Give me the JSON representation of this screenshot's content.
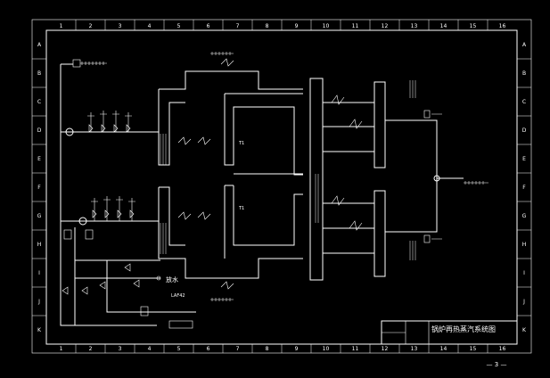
{
  "frame": {
    "columns": [
      "1",
      "2",
      "3",
      "4",
      "5",
      "6",
      "7",
      "8",
      "9",
      "10",
      "11",
      "12",
      "13",
      "14",
      "15",
      "16"
    ],
    "rows": [
      "A",
      "B",
      "C",
      "D",
      "E",
      "F",
      "G",
      "H",
      "I",
      "J",
      "K"
    ]
  },
  "title_block": {
    "title": "锅炉再热蒸汽系统图"
  },
  "page_number": "— 3 —",
  "labels": {
    "fang_shui": "放水",
    "t1_top": "T1",
    "t1_bottom": "T1",
    "laf42": "LAF42"
  }
}
